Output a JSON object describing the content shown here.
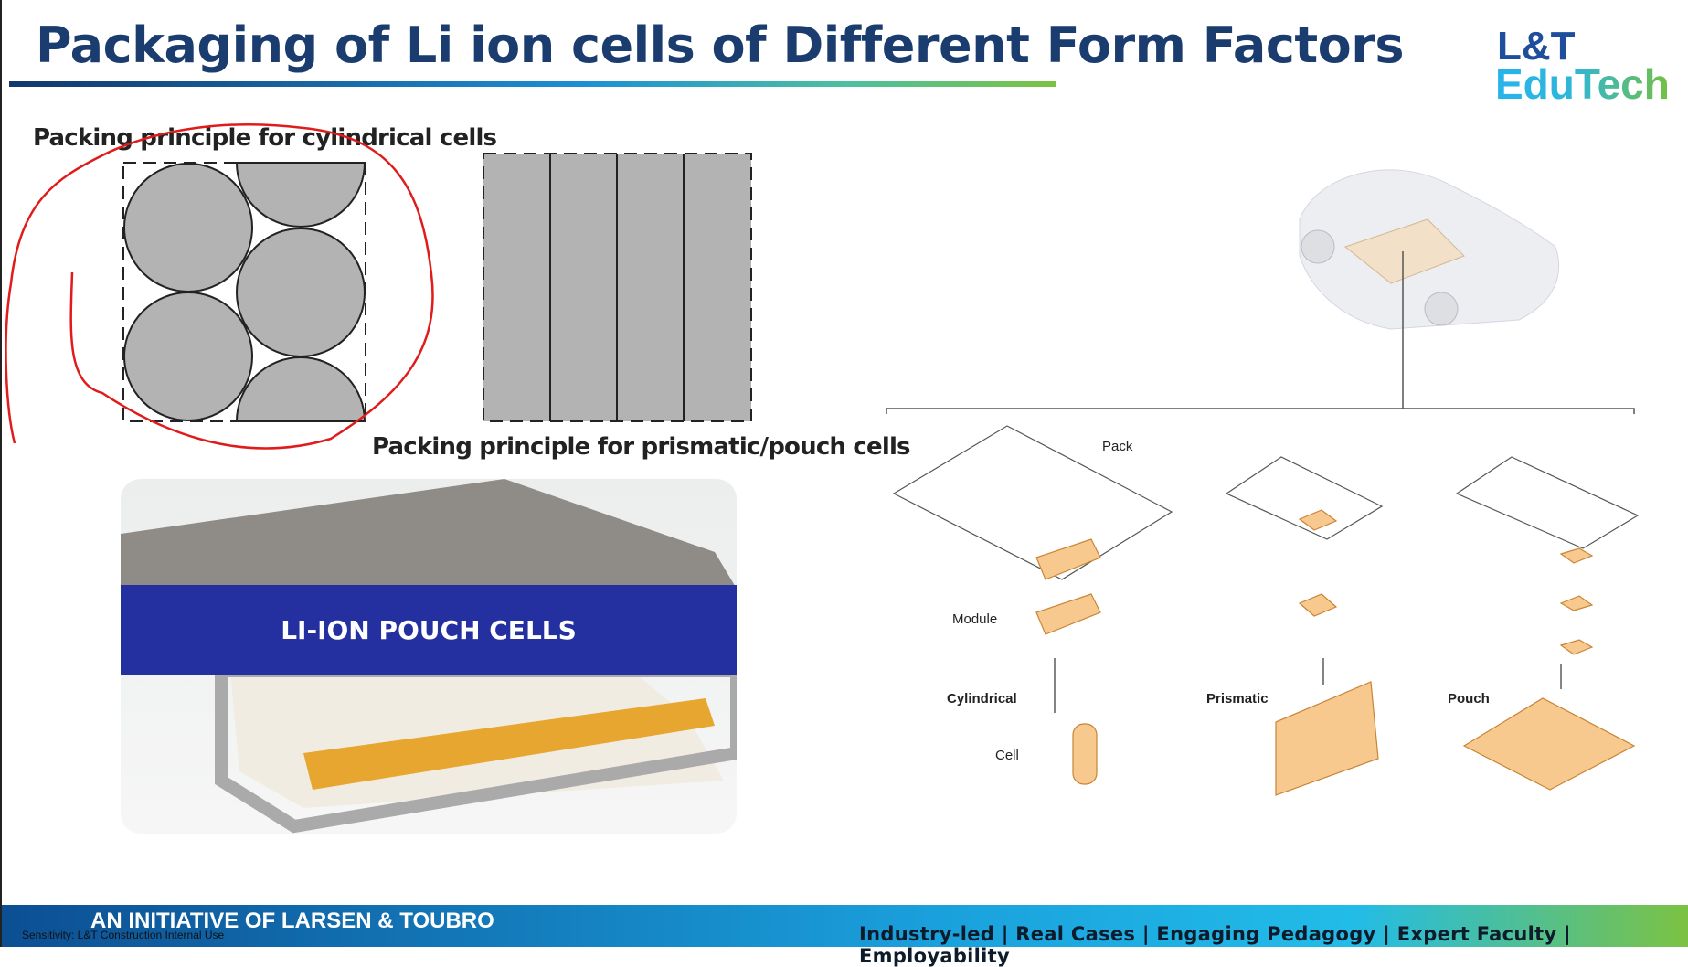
{
  "slide": {
    "title": "Packaging of Li ion cells of Different Form Factors"
  },
  "logo": {
    "line1": "L&T",
    "line2": "EduTech"
  },
  "left": {
    "cylindrical_label": "Packing principle for cylindrical cells",
    "prismatic_label": "Packing principle for prismatic/pouch cells",
    "photo_banner": "LI-ION POUCH CELLS"
  },
  "diagram": {
    "pack": "Pack",
    "module": "Module",
    "cell": "Cell",
    "types": [
      "Cylindrical",
      "Prismatic",
      "Pouch"
    ]
  },
  "footer": {
    "initiative": "AN INITIATIVE OF LARSEN & TOUBRO",
    "sensitivity": "Sensitivity: L&T Construction Internal Use",
    "tagline": "Industry-led | Real Cases | Engaging Pedagogy | Expert Faculty | Employability"
  }
}
